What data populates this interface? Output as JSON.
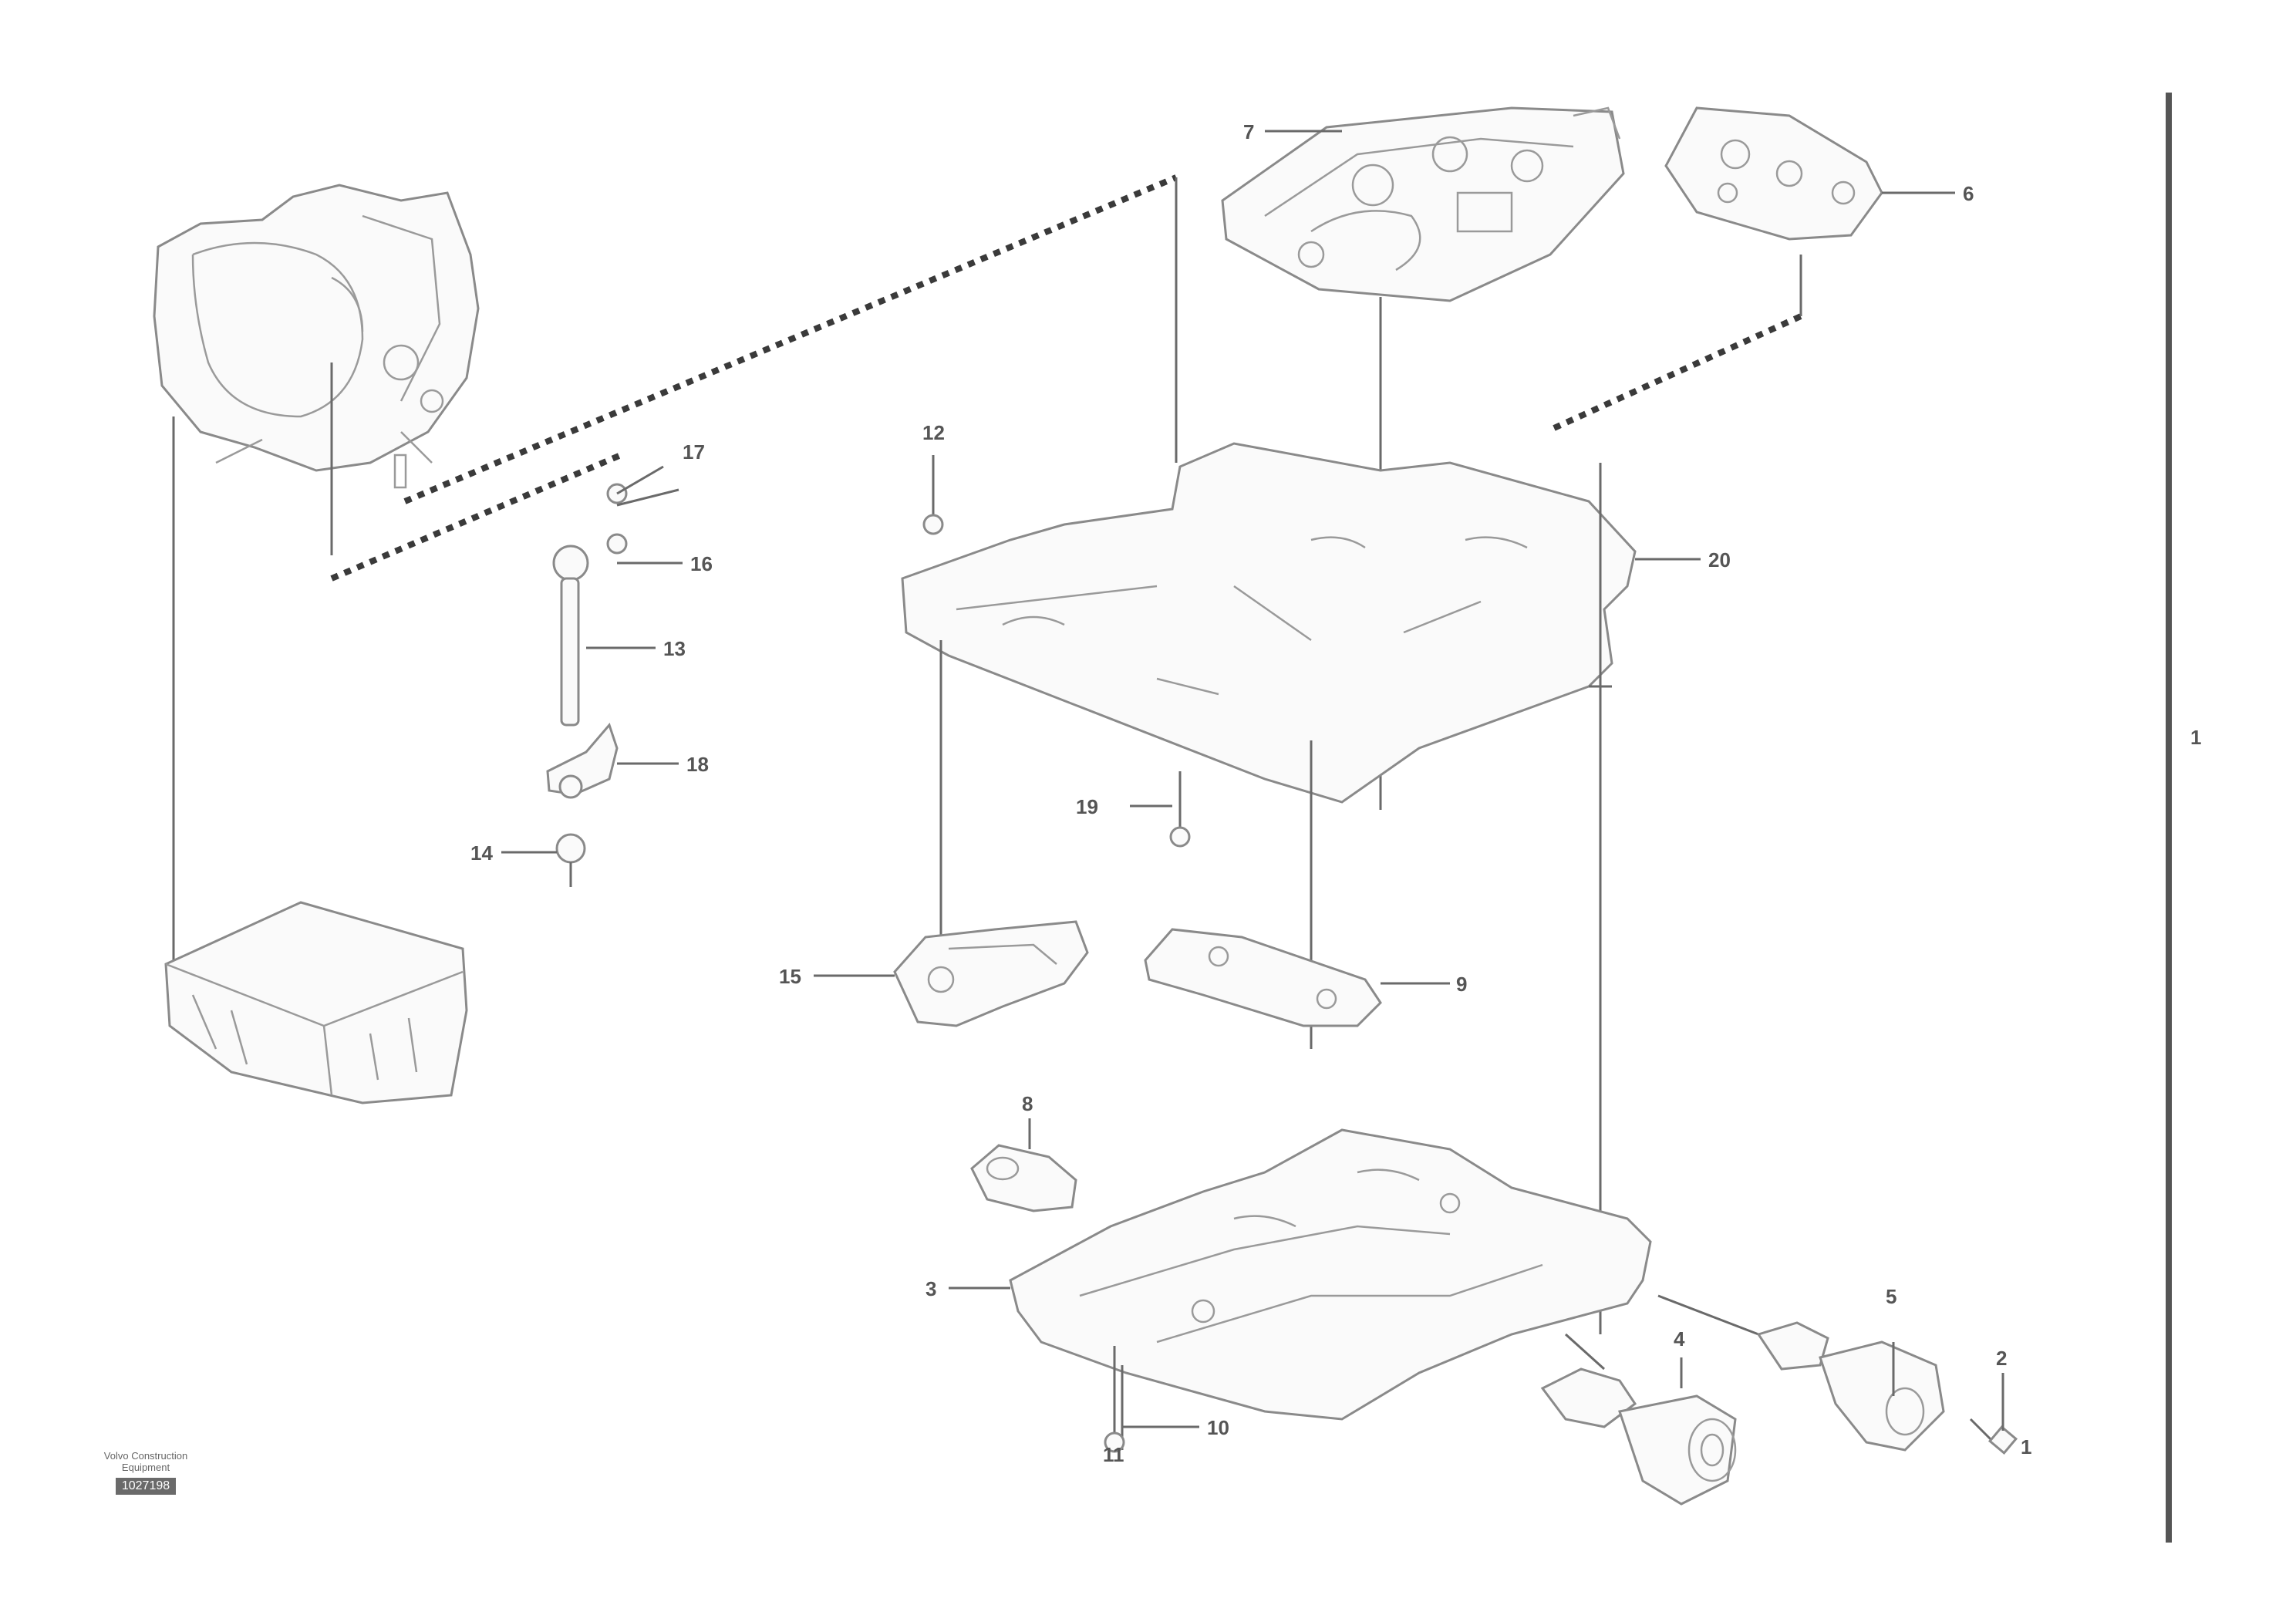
{
  "diagram": {
    "callouts": {
      "c1": "1",
      "c2": "2",
      "c3": "3",
      "c4": "4",
      "c5": "5",
      "c6": "6",
      "c7": "7",
      "c8": "8",
      "c9": "9",
      "c10": "10",
      "c11": "11",
      "c12": "12",
      "c13": "13",
      "c14": "14",
      "c15": "15",
      "c16": "16",
      "c17": "17",
      "c18": "18",
      "c19": "19",
      "c20": "20"
    },
    "side_label": "1",
    "icons": [
      "gearbox-housing",
      "oil-pan",
      "valve-body",
      "solenoid-valve",
      "pressure-sensor",
      "gasket-plate",
      "filter",
      "bolt",
      "pipe",
      "bracket",
      "washer"
    ]
  },
  "footer": {
    "line1": "Volvo Construction",
    "line2": "Equipment",
    "ref": "1027198"
  },
  "colors": {
    "line": "#8a8a8a",
    "dash": "#3a3a3a",
    "text": "#555555"
  }
}
